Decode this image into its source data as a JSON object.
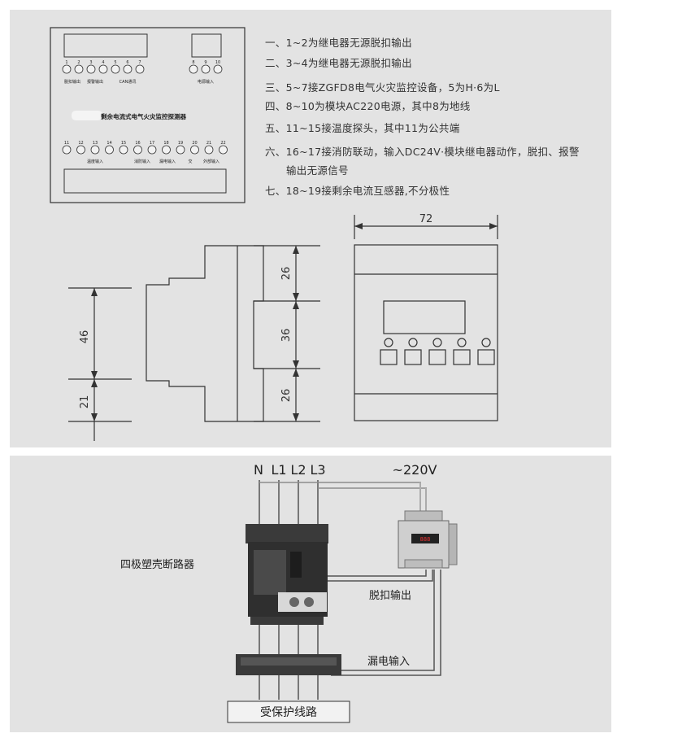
{
  "notes": [
    "一、1~2为继电器无源脱扣输出",
    "二、3~4为继电器无源脱扣输出",
    "三、5~7接ZGFD8电气火灾监控设备，5为H·6为L",
    "四、8~10为模块AC220电源，其中8为地线",
    "五、11~15接温度探头，其中11为公共端",
    "六、16~17接消防联动，输入DC24V·模块继电器动作，脱扣、报警",
    "输出无源信号",
    "七、18~19接剩余电流互感器,不分极性"
  ],
  "module": {
    "title": "剩余电流式电气火灾监控探测器",
    "top_numbers": [
      "1",
      "2",
      "3",
      "4",
      "5",
      "6",
      "7"
    ],
    "top_right_numbers": [
      "8",
      "9",
      "10"
    ],
    "top_groups": [
      "脱扣输出",
      "报警输出",
      "CAN通讯"
    ],
    "top_right_group": "电源输入",
    "bottom_numbers": [
      "11",
      "12",
      "13",
      "14",
      "15",
      "16",
      "17",
      "18",
      "19",
      "20",
      "21",
      "22"
    ],
    "bottom_groups": [
      "温度输入",
      "消防输入",
      "漏电输入",
      "交",
      "外部输入"
    ]
  },
  "dimensions": {
    "width": "72",
    "left_upper": "46",
    "left_lower": "21",
    "right_top": "26",
    "right_mid": "36",
    "right_bottom": "26"
  },
  "wiring": {
    "phases": [
      "N",
      "L1",
      "L2",
      "L3"
    ],
    "supply": "~220V",
    "breaker_label": "四极塑壳断路器",
    "trip_output": "脱扣输出",
    "leak_input": "漏电输入",
    "protected_line": "受保护线路"
  }
}
